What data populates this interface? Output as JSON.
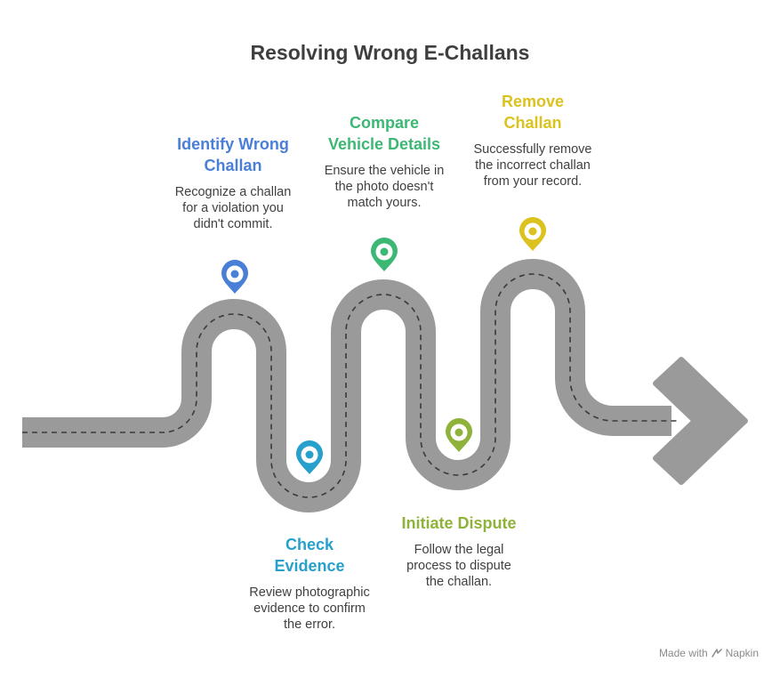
{
  "title": "Resolving Wrong E-Challans",
  "colors": {
    "road": "#9a9a9a",
    "dash": "#3a3a3a",
    "identify": "#4a7fd8",
    "check": "#27a0cc",
    "compare": "#3cb874",
    "dispute": "#8fb33a",
    "remove": "#dcc21e"
  },
  "steps": [
    {
      "id": "identify",
      "title": "Identify Wrong\nChallan",
      "description": "Recognize a challan\nfor a violation you\ndidn't commit.",
      "icon": "location-pin-icon",
      "color": "#4a7fd8"
    },
    {
      "id": "check",
      "title": "Check\nEvidence",
      "description": "Review photographic\nevidence to confirm\nthe error.",
      "icon": "location-pin-icon",
      "color": "#27a0cc"
    },
    {
      "id": "compare",
      "title": "Compare\nVehicle Details",
      "description": "Ensure the vehicle in\nthe photo doesn't\nmatch yours.",
      "icon": "location-pin-icon",
      "color": "#3cb874"
    },
    {
      "id": "dispute",
      "title": "Initiate Dispute",
      "description": "Follow the legal\nprocess to dispute\nthe challan.",
      "icon": "location-pin-icon",
      "color": "#8fb33a"
    },
    {
      "id": "remove",
      "title": "Remove\nChallan",
      "description": "Successfully remove\nthe incorrect challan\nfrom your record.",
      "icon": "location-pin-icon",
      "color": "#dcc21e"
    }
  ],
  "footer": {
    "made_with": "Made with",
    "brand": "Napkin",
    "icon": "napkin-logo-icon"
  }
}
